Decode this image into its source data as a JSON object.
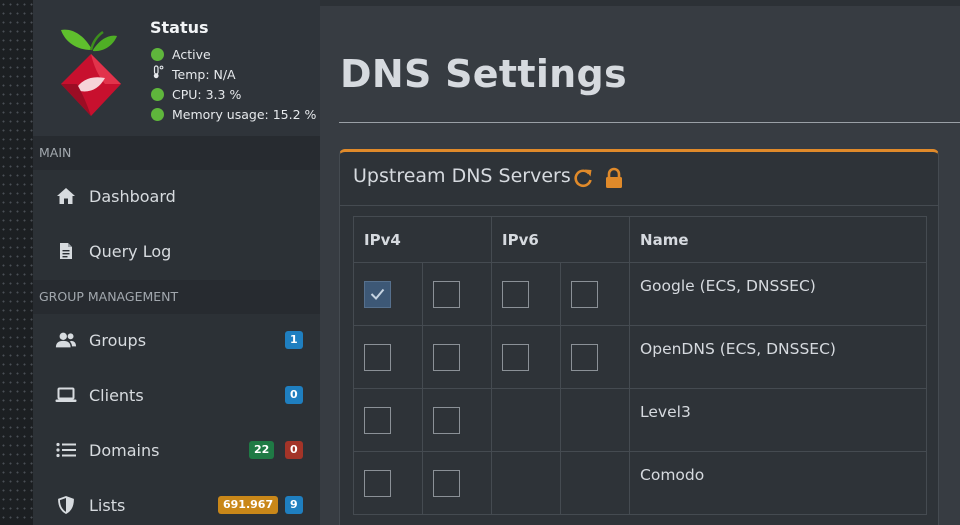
{
  "status": {
    "title": "Status",
    "lines": [
      {
        "label": "Active",
        "icon": "green-dot-icon"
      },
      {
        "label": "Temp: N/A",
        "icon": "thermometer-icon"
      },
      {
        "label": "CPU: 3.3 %",
        "icon": "green-dot-icon"
      },
      {
        "label": "Memory usage: 15.2 %",
        "icon": "green-dot-icon"
      }
    ]
  },
  "sidebar": {
    "sections": {
      "main": "MAIN",
      "group_management": "GROUP MANAGEMENT"
    },
    "items": [
      {
        "label": "Dashboard",
        "icon": "home-icon"
      },
      {
        "label": "Query Log",
        "icon": "file-icon"
      },
      {
        "label": "Groups",
        "icon": "users-icon",
        "badges": [
          "1"
        ]
      },
      {
        "label": "Clients",
        "icon": "laptop-icon",
        "badges": [
          "0"
        ]
      },
      {
        "label": "Domains",
        "icon": "list-icon",
        "badges": [
          "22",
          "0"
        ]
      },
      {
        "label": "Lists",
        "icon": "shield-icon",
        "badges": [
          "691.967",
          "9"
        ]
      }
    ]
  },
  "main": {
    "page_title": "DNS Settings",
    "box_title": "Upstream DNS Servers",
    "table": {
      "headers": [
        "IPv4",
        "IPv6",
        "Name"
      ],
      "rows": [
        {
          "name": "Google (ECS, DNSSEC)",
          "checks": [
            true,
            false,
            false,
            false
          ]
        },
        {
          "name": "OpenDNS (ECS, DNSSEC)",
          "checks": [
            false,
            false,
            false,
            false
          ]
        },
        {
          "name": "Level3",
          "checks": [
            false,
            false,
            null,
            null
          ]
        },
        {
          "name": "Comodo",
          "checks": [
            false,
            false,
            null,
            null
          ]
        }
      ]
    }
  },
  "colors": {
    "accent": "#e08a2a",
    "status_green": "#5fb63c",
    "badge_blue": "#1f7fc0",
    "badge_green": "#1f7a45",
    "badge_red": "#a33428",
    "badge_orange": "#c98719"
  }
}
